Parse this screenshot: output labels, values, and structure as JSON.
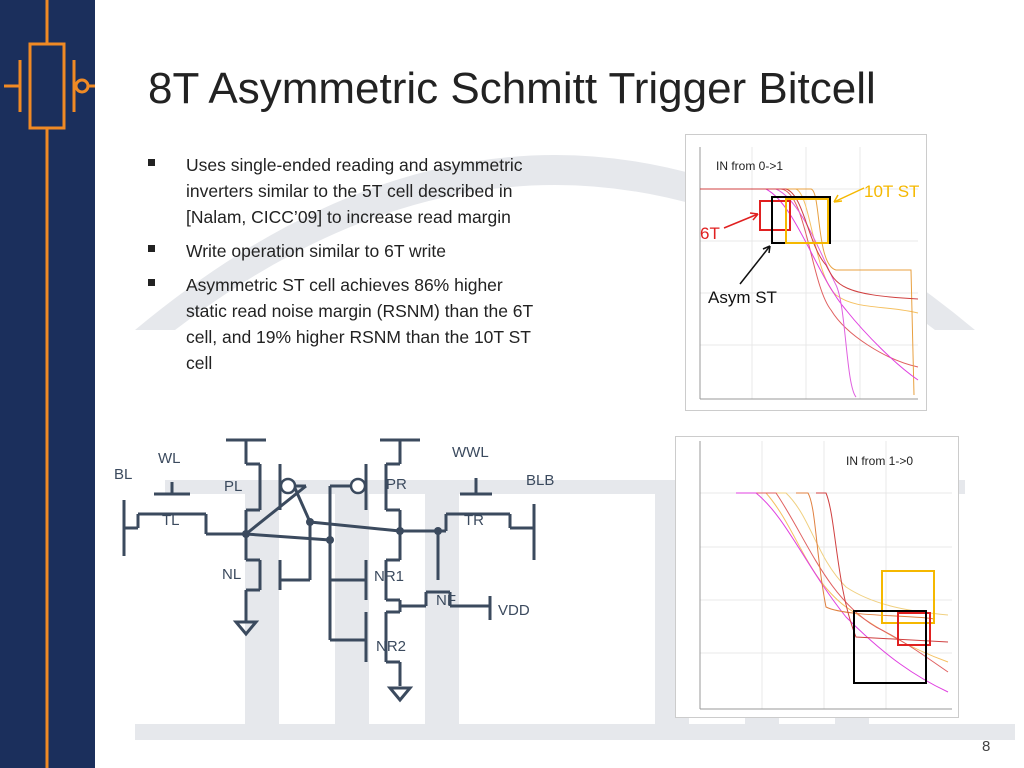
{
  "slide": {
    "title": "8T Asymmetric Schmitt Trigger Bitcell",
    "page_number": "8"
  },
  "bullets": [
    "Uses single-ended reading and asymmetric inverters similar to the 5T cell described in [Nalam, CICC’09] to increase read margin",
    "Write operation similar to 6T write",
    "Asymmetric ST cell achieves 86% higher static read noise margin (RSNM) than the 6T cell, and 19% higher RSNM than the 10T ST cell"
  ],
  "plot_top": {
    "caption": "IN from 0->1",
    "annotations": {
      "ten_t": "10T ST",
      "six_t": "6T",
      "asym": "Asym ST"
    },
    "colors": {
      "ten_t": "#f5b800",
      "six_t": "#e02020",
      "asym": "#000000"
    }
  },
  "plot_bottom": {
    "caption": "IN from 1->0"
  },
  "circuit": {
    "labels": {
      "wl": "WL",
      "bl": "BL",
      "pl": "PL",
      "tl": "TL",
      "nl": "NL",
      "pr": "PR",
      "wwl": "WWL",
      "blb": "BLB",
      "tr": "TR",
      "nr1": "NR1",
      "nf": "NF",
      "vdd": "VDD",
      "nr2": "NR2"
    }
  }
}
